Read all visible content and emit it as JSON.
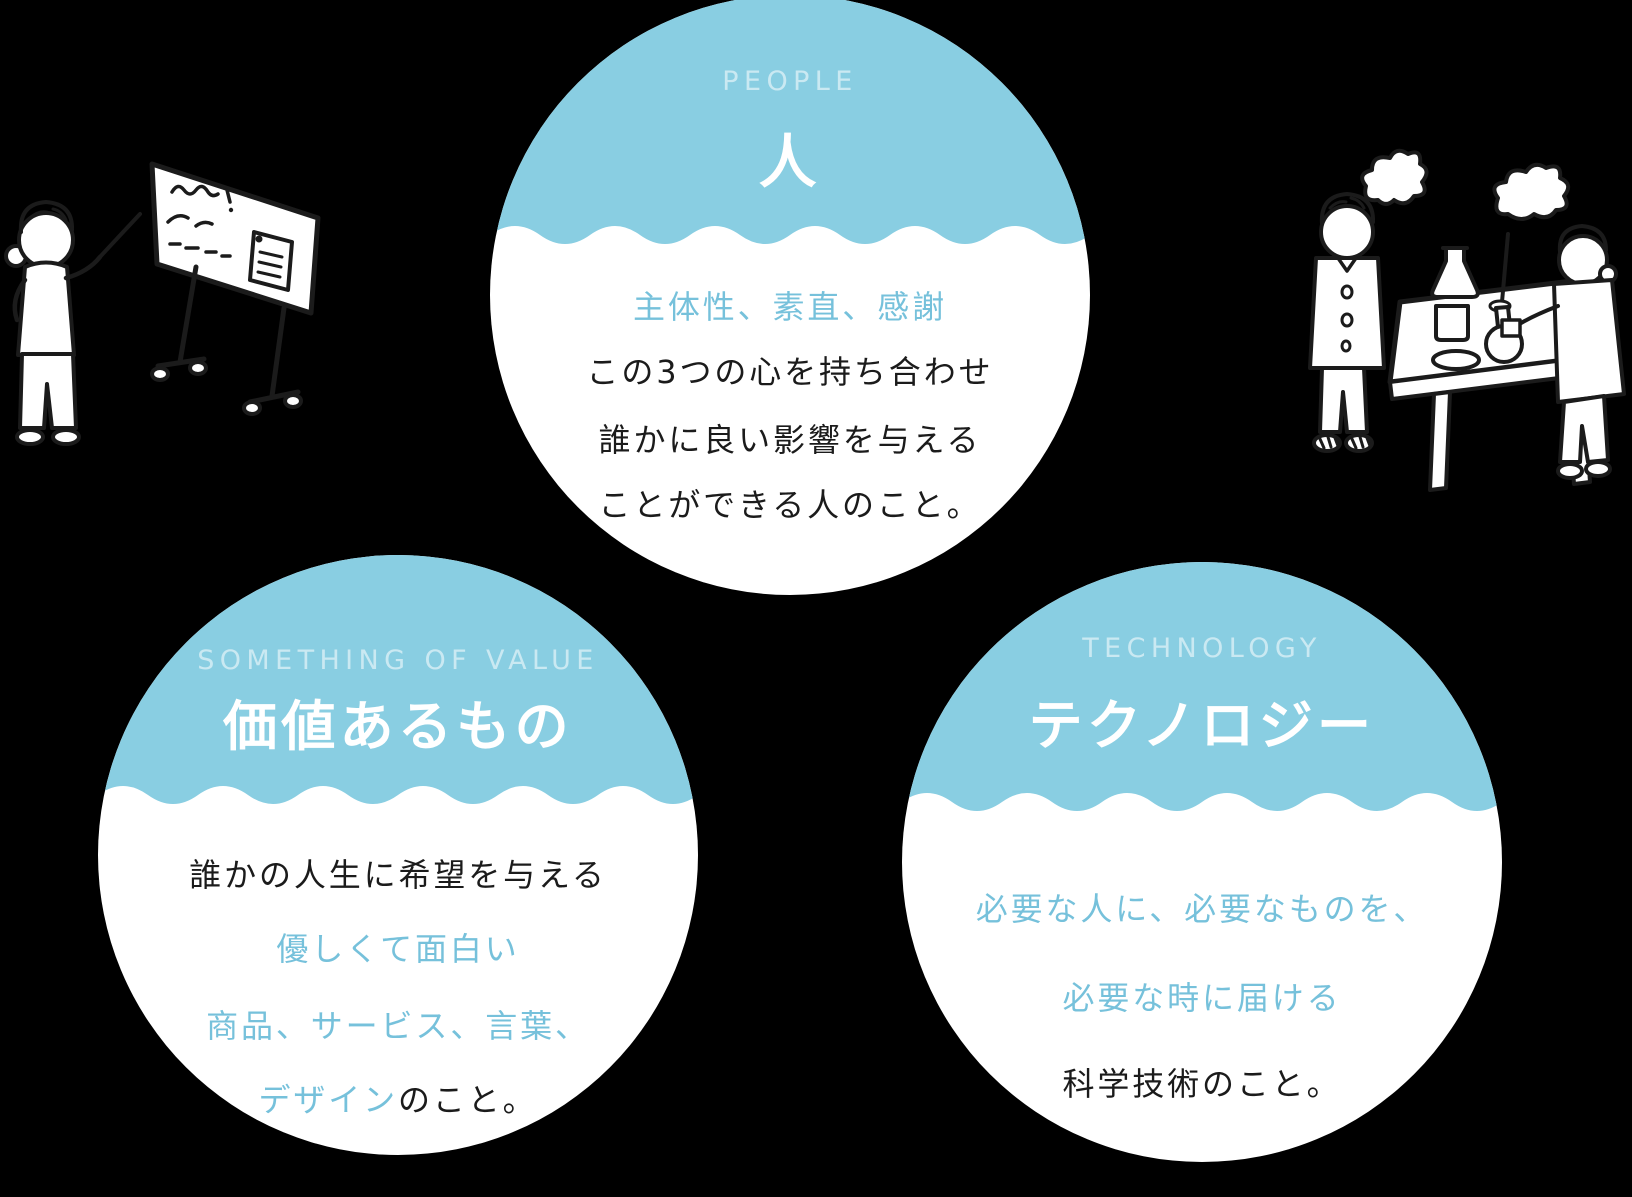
{
  "colors": {
    "background": "#000000",
    "accent_blue": "#89CEE2",
    "label_on_blue": "rgba(255,255,255,0.55)",
    "text_blue": "#76C1DB",
    "text_dark": "#1B1B1B",
    "circle_fill": "#FFFFFF",
    "pants_light_blue": "#B9D8DB",
    "pants_orange": "#F5C985",
    "pants_gray_blue": "#9DB7C6"
  },
  "circles": {
    "people": {
      "label_en": "PEOPLE",
      "title": "人",
      "lines": [
        {
          "text": "主体性、素直、感謝",
          "color": "blue"
        },
        {
          "text": "この3つの心を持ち合わせ",
          "color": "dark"
        },
        {
          "text": "誰かに良い影響を与える",
          "color": "dark"
        },
        {
          "text": "ことができる人のこと。",
          "color": "dark"
        }
      ]
    },
    "value": {
      "label_en": "SOMETHING OF VALUE",
      "title": "価値あるもの",
      "lines": [
        {
          "text": "誰かの人生に希望を与える",
          "color": "dark"
        },
        {
          "text": "優しくて面白い",
          "color": "blue"
        },
        {
          "text": "商品、サービス、言葉、",
          "color": "blue"
        },
        {
          "segments": [
            {
              "text": "デザイン",
              "color": "blue"
            },
            {
              "text": "のこと。",
              "color": "dark"
            }
          ]
        }
      ]
    },
    "technology": {
      "label_en": "TECHNOLOGY",
      "title": "テクノロジー",
      "lines": [
        {
          "text": "必要な人に、必要なものを、",
          "color": "blue"
        },
        {
          "text": "必要な時に届ける",
          "color": "blue"
        },
        {
          "text": "科学技術のこと。",
          "color": "dark"
        }
      ]
    }
  },
  "illustrations": {
    "left": {
      "name": "presenter-at-whiteboard"
    },
    "right": {
      "name": "chemistry-experiment"
    }
  }
}
